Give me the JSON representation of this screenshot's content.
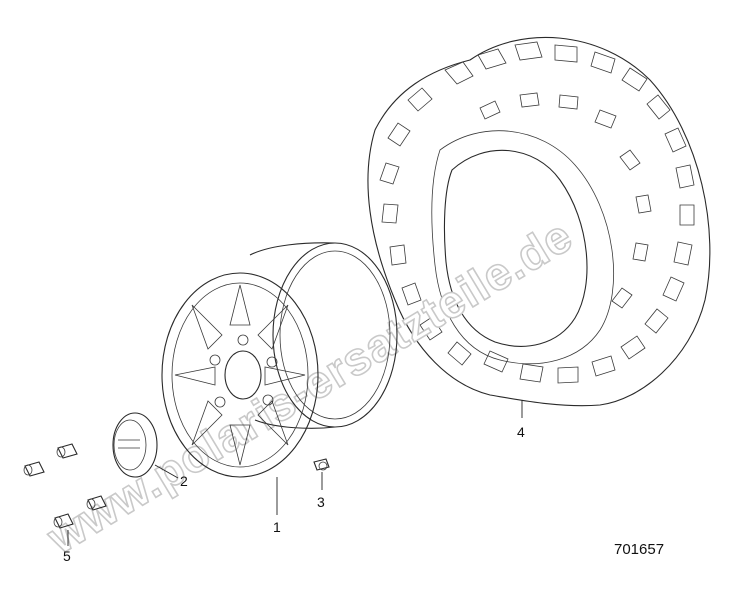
{
  "diagram": {
    "callouts": [
      {
        "id": "wheel",
        "label": "1"
      },
      {
        "id": "center-cap",
        "label": "2"
      },
      {
        "id": "valve-stem",
        "label": "3"
      },
      {
        "id": "tire",
        "label": "4"
      },
      {
        "id": "lug-nuts",
        "label": "5"
      }
    ],
    "drawing_number": "701657",
    "watermark": "www.polaris-ersatzteile.de"
  }
}
